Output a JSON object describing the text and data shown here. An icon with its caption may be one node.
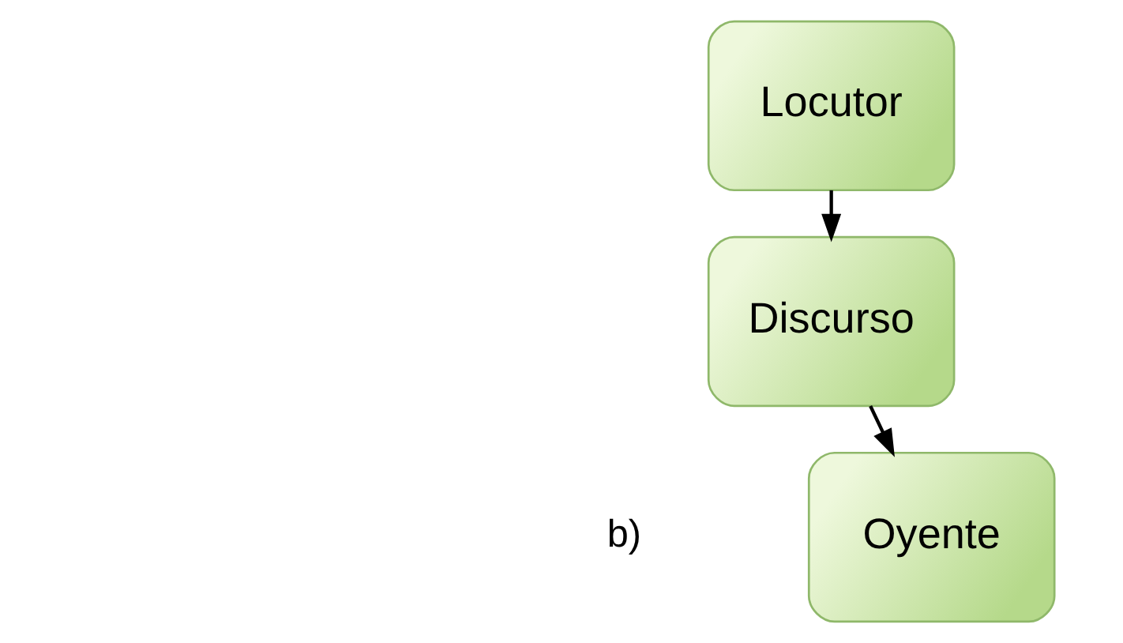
{
  "diagram": {
    "nodes": [
      {
        "text": [
          "Locutor"
        ]
      },
      {
        "text": [
          "Discurso"
        ]
      },
      {
        "text": [
          "Oyente"
        ]
      }
    ],
    "edges": [
      {
        "from": 0,
        "to": 1,
        "arrow": "to"
      },
      {
        "from": 1,
        "to": 2,
        "arrow": "to"
      }
    ],
    "labels": [
      "b)"
    ]
  }
}
